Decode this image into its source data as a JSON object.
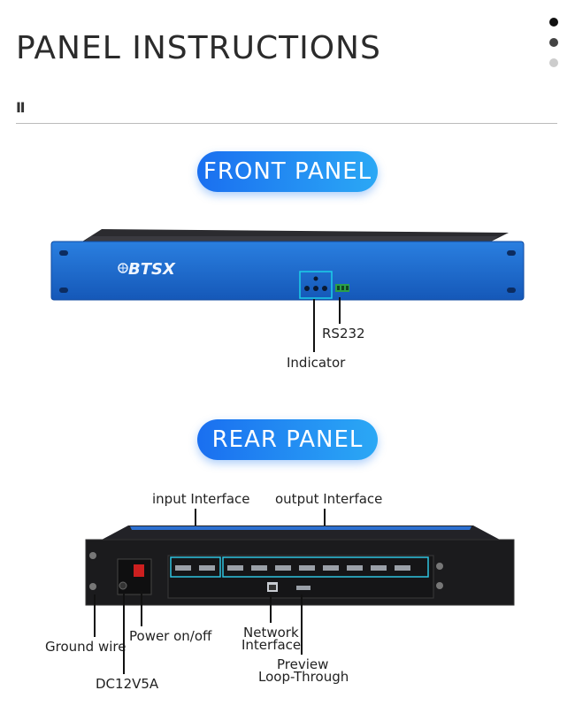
{
  "header": {
    "title": "PANEL INSTRUCTIONS",
    "section_mark": "Ⅱ"
  },
  "front": {
    "pill": "FRONT PANEL",
    "brand": "BTSX",
    "labels": {
      "rs232": "RS232",
      "indicator": "Indicator"
    }
  },
  "rear": {
    "pill": "REAR PANEL",
    "labels": {
      "input": "input Interface",
      "output": "output Interface",
      "ground": "Ground wire",
      "power": "Power on/off",
      "dc": "DC12V5A",
      "network_1": "Network",
      "network_2": "Interface",
      "preview_1": "Preview",
      "preview_2": "Loop-Through"
    }
  },
  "colors": {
    "pill_start": "#1a6ff0",
    "pill_end": "#2ba8f5",
    "chassis_blue": "#1e6fd0",
    "rear_chassis": "#1c1c1c",
    "highlight": "#2ec4e0"
  }
}
